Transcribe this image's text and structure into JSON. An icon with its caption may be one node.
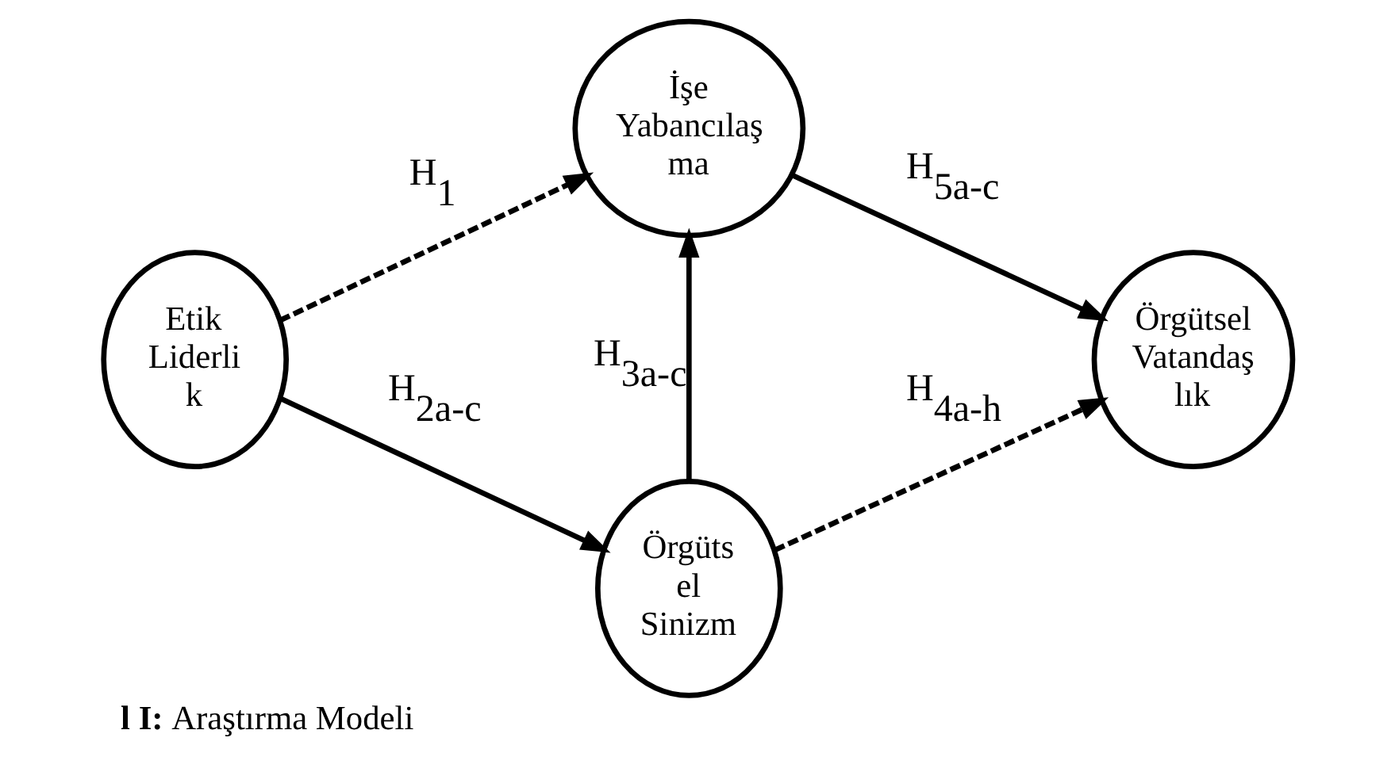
{
  "diagram": {
    "caption": "**l I:** Araştırma Modeli",
    "nodes": [
      {
        "text": [
          "Etik Liderli k"
        ]
      },
      {
        "text": [
          "İşe Yabancılaş ma"
        ]
      },
      {
        "text": [
          "Örgüts el Sinizm"
        ]
      },
      {
        "text": [
          "Örgütsel Vatandaş lık"
        ]
      }
    ],
    "edges": [
      {
        "from": 0,
        "to": 1,
        "arrow": "to",
        "style": "dashed",
        "label": "H$_{1}$"
      },
      {
        "from": 0,
        "to": 2,
        "arrow": "to",
        "label": "H$_{2a-c}$"
      },
      {
        "from": 2,
        "to": 1,
        "arrow": "to",
        "label": "H$_{3a-c}$"
      },
      {
        "from": 1,
        "to": 3,
        "arrow": "to",
        "label": "H$_{5a-c}$"
      },
      {
        "from": 2,
        "to": 3,
        "arrow": "to",
        "style": "dashed",
        "label": "H$_{4a-h}$"
      }
    ]
  }
}
